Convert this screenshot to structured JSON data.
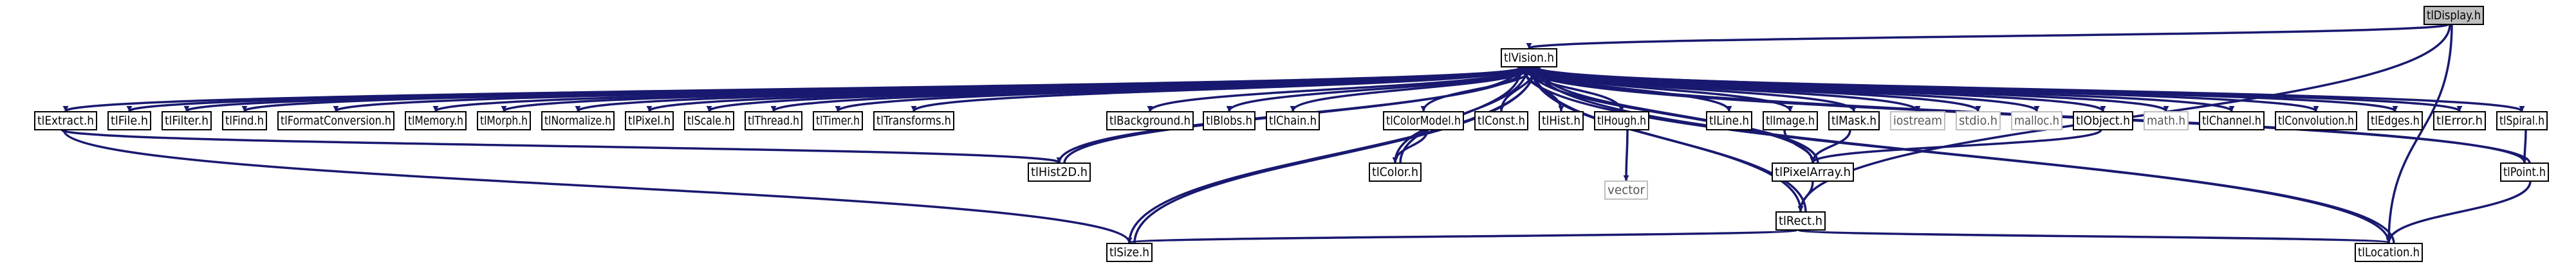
{
  "graph": {
    "root": "tlDisplay.h",
    "nodes": [
      {
        "id": "tlDisplay",
        "label": "tlDisplay.h",
        "style": "root"
      },
      {
        "id": "tlVision",
        "label": "tlVision.h",
        "style": "normal"
      },
      {
        "id": "tlExtract",
        "label": "tlExtract.h",
        "style": "normal"
      },
      {
        "id": "tlFile",
        "label": "tlFile.h",
        "style": "normal"
      },
      {
        "id": "tlFilter",
        "label": "tlFilter.h",
        "style": "normal"
      },
      {
        "id": "tlFind",
        "label": "tlFind.h",
        "style": "normal"
      },
      {
        "id": "tlFormatConversion",
        "label": "tlFormatConversion.h",
        "style": "normal"
      },
      {
        "id": "tlMemory",
        "label": "tlMemory.h",
        "style": "normal"
      },
      {
        "id": "tlMorph",
        "label": "tlMorph.h",
        "style": "normal"
      },
      {
        "id": "tlNormalize",
        "label": "tlNormalize.h",
        "style": "normal"
      },
      {
        "id": "tlPixel",
        "label": "tlPixel.h",
        "style": "normal"
      },
      {
        "id": "tlScale",
        "label": "tlScale.h",
        "style": "normal"
      },
      {
        "id": "tlThread",
        "label": "tlThread.h",
        "style": "normal"
      },
      {
        "id": "tlTimer",
        "label": "tlTimer.h",
        "style": "normal"
      },
      {
        "id": "tlTransforms",
        "label": "tlTransforms.h",
        "style": "normal"
      },
      {
        "id": "tlBackground",
        "label": "tlBackground.h",
        "style": "normal"
      },
      {
        "id": "tlBlobs",
        "label": "tlBlobs.h",
        "style": "normal"
      },
      {
        "id": "tlChain",
        "label": "tlChain.h",
        "style": "normal"
      },
      {
        "id": "tlColorModel",
        "label": "tlColorModel.h",
        "style": "normal"
      },
      {
        "id": "tlConst",
        "label": "tlConst.h",
        "style": "normal"
      },
      {
        "id": "tlHist",
        "label": "tlHist.h",
        "style": "normal"
      },
      {
        "id": "tlHough",
        "label": "tlHough.h",
        "style": "normal"
      },
      {
        "id": "tlLine",
        "label": "tlLine.h",
        "style": "normal"
      },
      {
        "id": "tlImage",
        "label": "tlImage.h",
        "style": "normal"
      },
      {
        "id": "tlMask",
        "label": "tlMask.h",
        "style": "normal"
      },
      {
        "id": "iostream",
        "label": "iostream",
        "style": "external"
      },
      {
        "id": "stdio",
        "label": "stdio.h",
        "style": "external"
      },
      {
        "id": "malloc",
        "label": "malloc.h",
        "style": "external"
      },
      {
        "id": "tlObject",
        "label": "tlObject.h",
        "style": "normal"
      },
      {
        "id": "math",
        "label": "math.h",
        "style": "external"
      },
      {
        "id": "tlChannel",
        "label": "tlChannel.h",
        "style": "normal"
      },
      {
        "id": "tlConvolution",
        "label": "tlConvolution.h",
        "style": "normal"
      },
      {
        "id": "tlEdges",
        "label": "tlEdges.h",
        "style": "normal"
      },
      {
        "id": "tlError",
        "label": "tlError.h",
        "style": "normal"
      },
      {
        "id": "tlSpiral",
        "label": "tlSpiral.h",
        "style": "normal"
      },
      {
        "id": "tlHist2D",
        "label": "tlHist2D.h",
        "style": "normal"
      },
      {
        "id": "tlColor",
        "label": "tlColor.h",
        "style": "normal"
      },
      {
        "id": "vector",
        "label": "vector",
        "style": "external"
      },
      {
        "id": "tlPixelArray",
        "label": "tlPixelArray.h",
        "style": "normal"
      },
      {
        "id": "tlPoint",
        "label": "tlPoint.h",
        "style": "normal"
      },
      {
        "id": "tlRect",
        "label": "tlRect.h",
        "style": "normal"
      },
      {
        "id": "tlSize",
        "label": "tlSize.h",
        "style": "normal"
      },
      {
        "id": "tlLocation",
        "label": "tlLocation.h",
        "style": "normal"
      }
    ],
    "edges": [
      [
        "tlDisplay",
        "tlVision"
      ],
      [
        "tlDisplay",
        "tlRect"
      ],
      [
        "tlDisplay",
        "tlLocation"
      ],
      [
        "tlVision",
        "tlExtract"
      ],
      [
        "tlVision",
        "tlFile"
      ],
      [
        "tlVision",
        "tlFilter"
      ],
      [
        "tlVision",
        "tlFind"
      ],
      [
        "tlVision",
        "tlFormatConversion"
      ],
      [
        "tlVision",
        "tlMemory"
      ],
      [
        "tlVision",
        "tlMorph"
      ],
      [
        "tlVision",
        "tlNormalize"
      ],
      [
        "tlVision",
        "tlPixel"
      ],
      [
        "tlVision",
        "tlScale"
      ],
      [
        "tlVision",
        "tlThread"
      ],
      [
        "tlVision",
        "tlTimer"
      ],
      [
        "tlVision",
        "tlTransforms"
      ],
      [
        "tlVision",
        "tlBackground"
      ],
      [
        "tlVision",
        "tlBlobs"
      ],
      [
        "tlVision",
        "tlChain"
      ],
      [
        "tlVision",
        "tlColorModel"
      ],
      [
        "tlVision",
        "tlConst"
      ],
      [
        "tlVision",
        "tlHist"
      ],
      [
        "tlVision",
        "tlHough"
      ],
      [
        "tlVision",
        "tlLine"
      ],
      [
        "tlVision",
        "tlImage"
      ],
      [
        "tlVision",
        "tlMask"
      ],
      [
        "tlVision",
        "iostream"
      ],
      [
        "tlVision",
        "stdio"
      ],
      [
        "tlVision",
        "malloc"
      ],
      [
        "tlVision",
        "tlObject"
      ],
      [
        "tlVision",
        "math"
      ],
      [
        "tlVision",
        "tlChannel"
      ],
      [
        "tlVision",
        "tlConvolution"
      ],
      [
        "tlVision",
        "tlEdges"
      ],
      [
        "tlVision",
        "tlError"
      ],
      [
        "tlVision",
        "tlSpiral"
      ],
      [
        "tlVision",
        "tlHist2D"
      ],
      [
        "tlVision",
        "tlColor"
      ],
      [
        "tlVision",
        "tlPixelArray"
      ],
      [
        "tlVision",
        "tlPoint"
      ],
      [
        "tlVision",
        "tlRect"
      ],
      [
        "tlVision",
        "tlSize"
      ],
      [
        "tlVision",
        "tlLocation"
      ],
      [
        "tlExtract",
        "tlHist2D"
      ],
      [
        "tlExtract",
        "tlSize"
      ],
      [
        "tlHist2D",
        "tlVision"
      ],
      [
        "tlColor",
        "tlVision"
      ],
      [
        "tlColorModel",
        "tlColor"
      ],
      [
        "tlHough",
        "vector"
      ],
      [
        "tlImage",
        "tlPixelArray"
      ],
      [
        "tlMask",
        "tlPixelArray"
      ],
      [
        "tlObject",
        "tlPixelArray"
      ],
      [
        "tlPixelArray",
        "tlRect"
      ],
      [
        "tlPixelArray",
        "tlVision"
      ],
      [
        "tlSpiral",
        "tlPoint"
      ],
      [
        "tlPoint",
        "tlLocation"
      ],
      [
        "tlPoint",
        "tlVision"
      ],
      [
        "tlRect",
        "tlSize"
      ],
      [
        "tlRect",
        "tlLocation"
      ],
      [
        "tlRect",
        "tlVision"
      ],
      [
        "tlSize",
        "tlVision"
      ],
      [
        "tlLocation",
        "tlVision"
      ]
    ]
  }
}
